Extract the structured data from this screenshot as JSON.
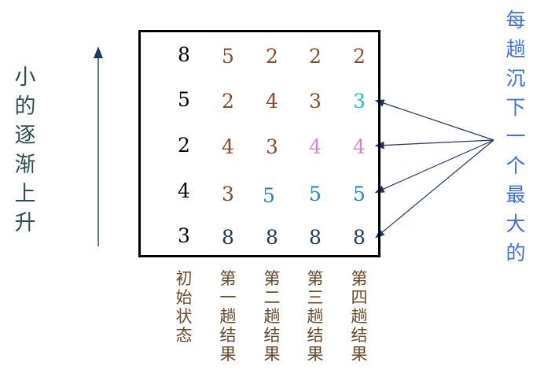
{
  "left_label": [
    "小",
    "的",
    "逐",
    "渐",
    "上",
    "升"
  ],
  "right_label": [
    "每",
    "趟",
    "沉",
    "下",
    "一",
    "个",
    "最",
    "大",
    "的"
  ],
  "columns": [
    {
      "label": "初始状态",
      "values": [
        "8",
        "5",
        "2",
        "4",
        "3"
      ]
    },
    {
      "label": "第一趟结果",
      "values": [
        "5",
        "2",
        "4",
        "3",
        "8"
      ]
    },
    {
      "label": "第二趟结果",
      "values": [
        "2",
        "4",
        "3",
        "5",
        "8"
      ]
    },
    {
      "label": "第三趟结果",
      "values": [
        "2",
        "3",
        "4",
        "5",
        "8"
      ]
    },
    {
      "label": "第四趟结果",
      "values": [
        "2",
        "3",
        "4",
        "5",
        "8"
      ]
    }
  ],
  "colors": {
    "initial": "#000000",
    "brown": "#8b4a2b",
    "teal": "#19c4c4",
    "pink": "#c890d0",
    "blue": "#1f84c4",
    "navy": "#1f3864",
    "arrow": "#1f3864",
    "left_label": "#2f4f4f",
    "right_label": "#3f6fe0"
  }
}
